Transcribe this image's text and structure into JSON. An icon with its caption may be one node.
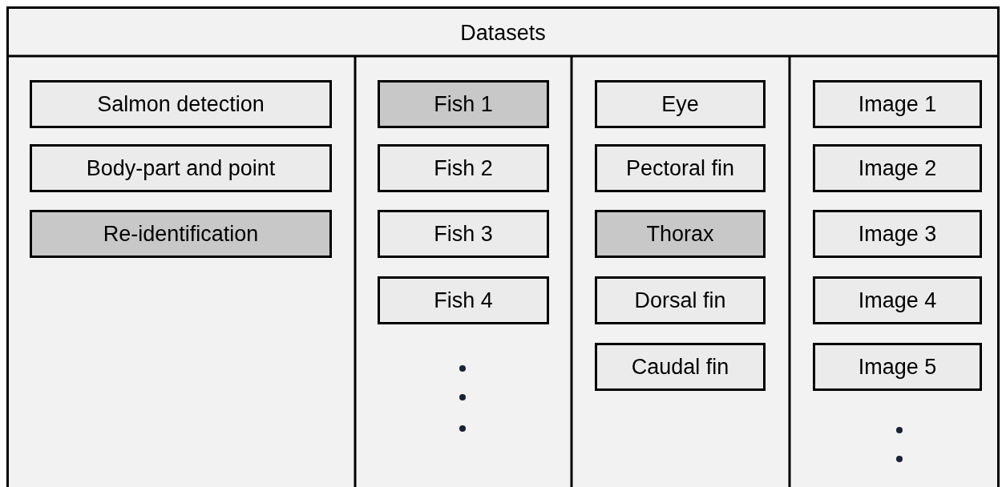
{
  "diagram": {
    "nodes": [
      {
        "text": [
          "Datasets"
        ]
      },
      {
        "text": [
          "Salmon detection"
        ],
        "in": 0
      },
      {
        "text": [
          "Body-part and point"
        ],
        "in": 0
      },
      {
        "text": [
          "Re-identification"
        ],
        "in": 0
      },
      {
        "text": [
          "Fish 1"
        ],
        "in": 0
      },
      {
        "text": [
          "Fish 2"
        ],
        "in": 0
      },
      {
        "text": [
          "Fish 3"
        ],
        "in": 0
      },
      {
        "text": [
          "Fish 4"
        ],
        "in": 0
      },
      {
        "text": [
          "Eye"
        ],
        "in": 0
      },
      {
        "text": [
          "Pectoral fin"
        ],
        "in": 0
      },
      {
        "text": [
          "Thorax"
        ],
        "in": 0
      },
      {
        "text": [
          "Dorsal fin"
        ],
        "in": 0
      },
      {
        "text": [
          "Caudal fin"
        ],
        "in": 0
      },
      {
        "text": [
          "Image 1"
        ],
        "in": 0
      },
      {
        "text": [
          "Image 2"
        ],
        "in": 0
      },
      {
        "text": [
          "Image 3"
        ],
        "in": 0
      },
      {
        "text": [
          "Image 4"
        ],
        "in": 0
      },
      {
        "text": [
          "Image 5"
        ],
        "in": 0
      }
    ]
  }
}
